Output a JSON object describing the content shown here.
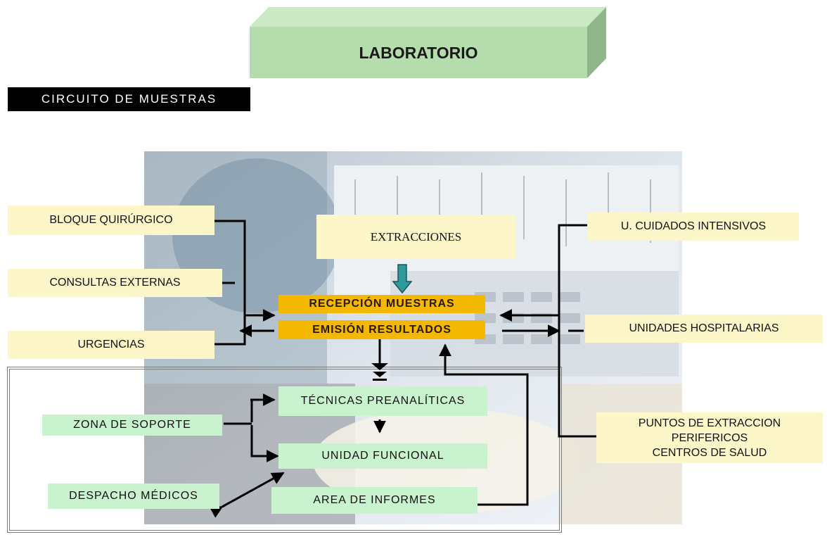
{
  "header": {
    "title": "LABORATORIO",
    "subtitle": "CIRCUITO DE MUESTRAS"
  },
  "colors": {
    "header_block": "#b8e0b0",
    "cream_label": "#fdf6c8",
    "green_label": "#c9f2cf",
    "orange_label": "#f5b800",
    "teal_arrow": "#2e9a9a"
  },
  "central": {
    "extracciones": "EXTRACCIONES",
    "recepcion": "RECEPCIÓN MUESTRAS",
    "emision": "EMISIÓN RESULTADOS"
  },
  "left_sources": {
    "bloque": "BLOQUE QUIRÚRGICO",
    "consultas": "CONSULTAS EXTERNAS",
    "urgencias": "URGENCIAS"
  },
  "right_sources": {
    "uci": "U. CUIDADOS INTENSIVOS",
    "hospitalarias": "UNIDADES HOSPITALARIAS",
    "puntos": [
      "PUNTOS DE EXTRACCION",
      "PERIFERICOS",
      "CENTROS DE SALUD"
    ]
  },
  "lab_section": {
    "tecnicas": "TÉCNICAS PREANALÍTICAS",
    "unidad": "UNIDAD FUNCIONAL",
    "informes": "AREA DE INFORMES",
    "soporte": "ZONA DE SOPORTE",
    "despacho": "DESPACHO MÉDICOS"
  }
}
